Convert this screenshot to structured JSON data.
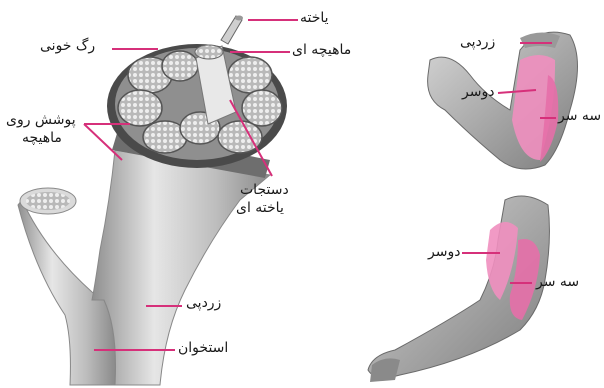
{
  "labels": {
    "cell": "یاخته",
    "muscle_cell": "ماهیچه ای",
    "blood_vessel": "رگ خونی",
    "muscle_cover_1": "پوشش روی",
    "muscle_cover_2": "ماهیچه",
    "cell_bundles_1": "دستجات",
    "cell_bundles_2": "یاخته ای",
    "tendon": "زردپی",
    "bone": "استخوان",
    "arm_tendon": "زردپی",
    "arm_biceps": "دوسر",
    "arm_triceps": "سه سر",
    "arm2_biceps": "دوسر",
    "arm2_triceps": "سه سر"
  },
  "colors": {
    "leader_line": "#d6307a",
    "muscle_pink": "#ef8fbf",
    "grey_body": "#c9c9c9"
  }
}
